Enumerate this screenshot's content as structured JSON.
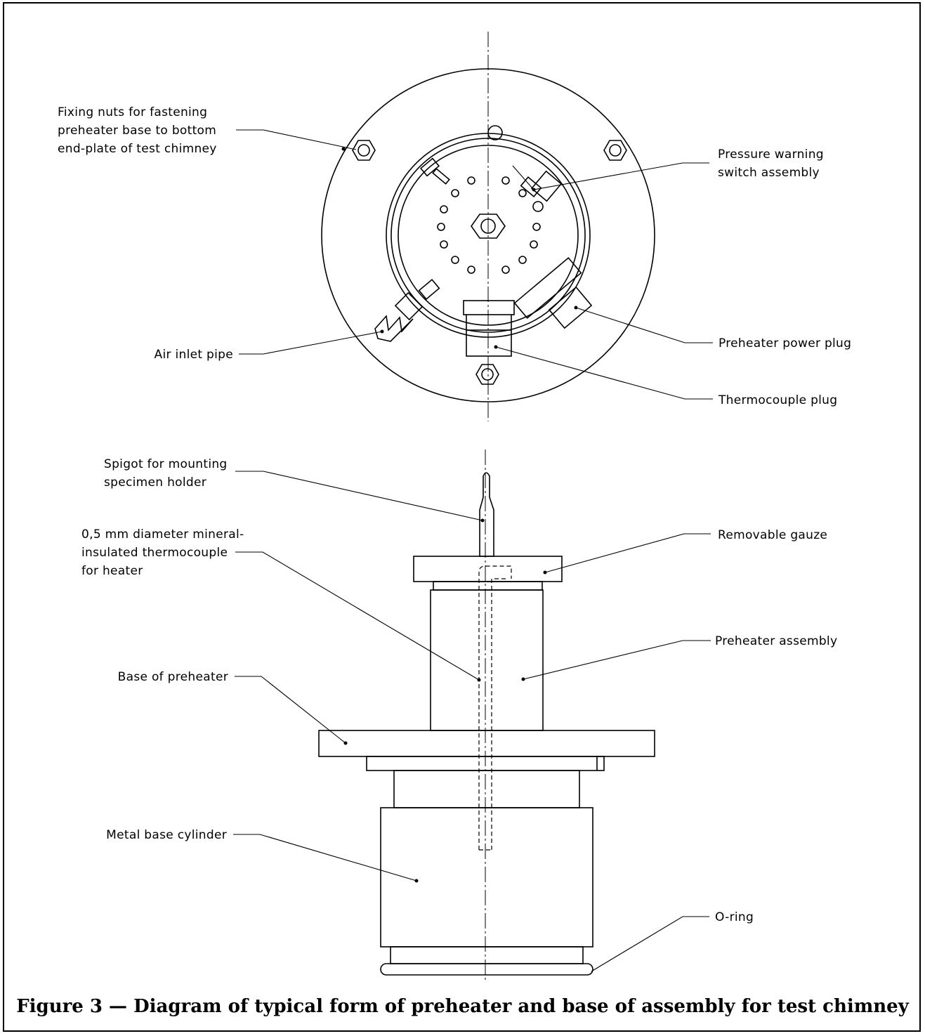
{
  "figure": {
    "caption": "Figure 3 — Diagram of typical form of preheater and base of assembly for test chimney"
  },
  "labels": {
    "fixing_nuts": [
      "Fixing nuts for fastening",
      "preheater base to bottom",
      "end-plate of test chimney"
    ],
    "pressure_switch": [
      "Pressure warning",
      "switch assembly"
    ],
    "air_inlet": [
      "Air inlet pipe"
    ],
    "power_plug": [
      "Preheater power plug"
    ],
    "thermocouple_plug": [
      "Thermocouple plug"
    ],
    "spigot": [
      "Spigot for mounting",
      "specimen holder"
    ],
    "thermocouple": [
      "0,5 mm diameter mineral-",
      "insulated thermocouple",
      "for heater"
    ],
    "gauze": [
      "Removable gauze"
    ],
    "preheater_assembly": [
      "Preheater assembly"
    ],
    "base_preheater": [
      "Base of preheater"
    ],
    "metal_base": [
      "Metal base cylinder"
    ],
    "o_ring": [
      "O-ring"
    ]
  }
}
